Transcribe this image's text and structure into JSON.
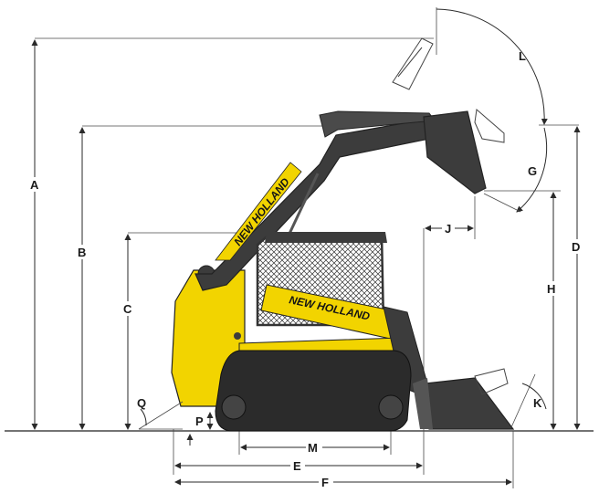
{
  "colors": {
    "body_yellow": "#f2d400",
    "steel_dark": "#3c3c3c",
    "track_black": "#2b2b2b",
    "cab_grey": "#555555",
    "dimension_line": "#2a2a2a"
  },
  "branding": {
    "boom_decal": "NEW HOLLAND",
    "side_decal": "NEW HOLLAND"
  },
  "dimension_labels": {
    "A": "A",
    "B": "B",
    "C": "C",
    "D": "D",
    "E": "E",
    "F": "F",
    "G": "G",
    "H": "H",
    "J": "J",
    "K": "K",
    "L": "L",
    "M": "M",
    "P": "P",
    "Q": "Q"
  }
}
